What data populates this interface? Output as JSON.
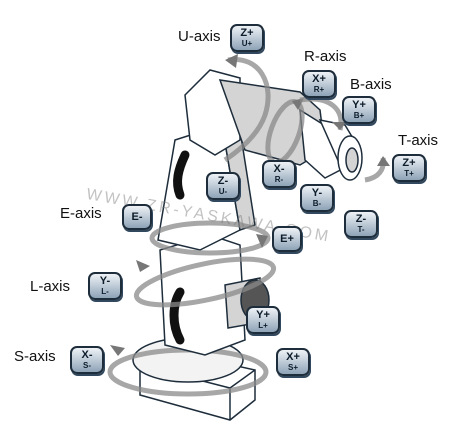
{
  "axes": [
    {
      "id": "u",
      "label": "U-axis"
    },
    {
      "id": "r",
      "label": "R-axis"
    },
    {
      "id": "b",
      "label": "B-axis"
    },
    {
      "id": "t",
      "label": "T-axis"
    },
    {
      "id": "e",
      "label": "E-axis"
    },
    {
      "id": "l",
      "label": "L-axis"
    },
    {
      "id": "s",
      "label": "S-axis"
    }
  ],
  "keys": {
    "z_plus_u_plus": {
      "top": "Z+",
      "bottom": "U+"
    },
    "x_plus_r_plus": {
      "top": "X+",
      "bottom": "R+"
    },
    "y_plus_b_plus": {
      "top": "Y+",
      "bottom": "B+"
    },
    "z_plus_t_plus": {
      "top": "Z+",
      "bottom": "T+"
    },
    "x_minus_r_minus": {
      "top": "X-",
      "bottom": "R-"
    },
    "y_minus_b_minus": {
      "top": "Y-",
      "bottom": "B-"
    },
    "z_minus_t_minus": {
      "top": "Z-",
      "bottom": "T-"
    },
    "z_minus_u_minus": {
      "top": "Z-",
      "bottom": "U-"
    },
    "e_minus": {
      "top": "E-"
    },
    "e_plus": {
      "top": "E+"
    },
    "y_minus_l_minus": {
      "top": "Y-",
      "bottom": "L-"
    },
    "y_plus_l_plus": {
      "top": "Y+",
      "bottom": "L+"
    },
    "x_minus_s_minus": {
      "top": "X-",
      "bottom": "S-"
    },
    "x_plus_s_plus": {
      "top": "X+",
      "bottom": "S+"
    }
  },
  "watermark": "WWW.ZR-YASKAWA.COM",
  "colors": {
    "outline": "#1e2d3b",
    "robot_fill": "#ffffff",
    "robot_shade": "#d4d4d4",
    "groove": "#111111",
    "key_face": "#b7c6d4"
  }
}
